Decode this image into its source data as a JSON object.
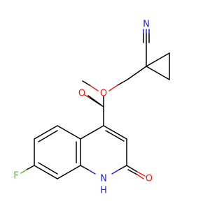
{
  "molecule": {
    "atoms": {
      "nitrile_n": {
        "text": "N",
        "color": "#2222dd"
      },
      "ester_carbonyl_o": {
        "text": "O",
        "color": "#e8231b"
      },
      "ester_o": {
        "text": "O",
        "color": "#e8231b"
      },
      "fluorine": {
        "text": "F",
        "color": "#5bb53a"
      },
      "ring_nh": {
        "text": "N",
        "color": "#2222dd"
      },
      "ring_nh_h": {
        "text": "H",
        "color": "#2222dd"
      },
      "lactam_o": {
        "text": "O",
        "color": "#e8231b"
      }
    }
  }
}
